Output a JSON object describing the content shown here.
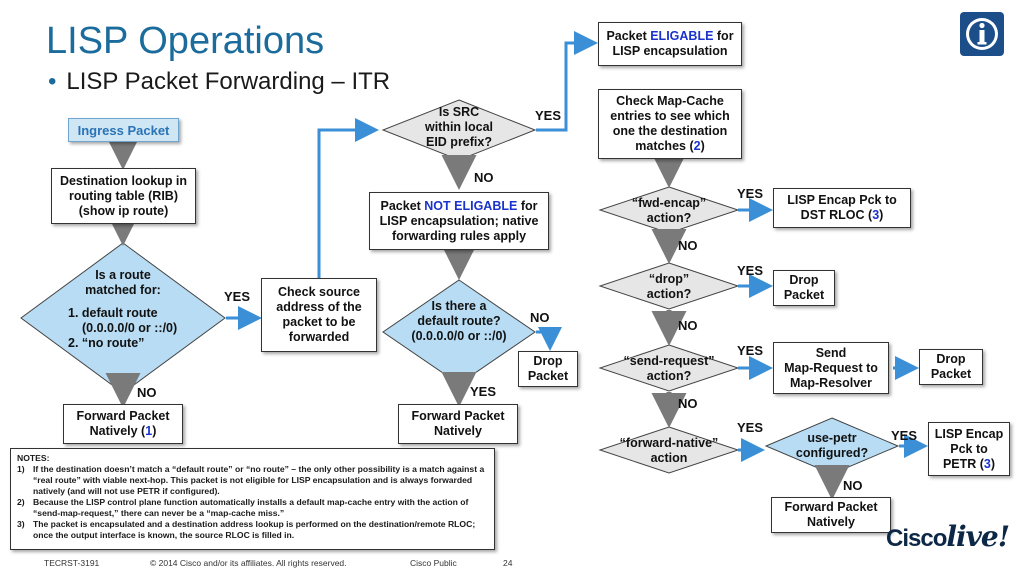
{
  "header": {
    "title": "LISP Operations",
    "subtitle": "LISP Packet Forwarding – ITR"
  },
  "nodes": {
    "ingress": "Ingress Packet",
    "dest_lookup": [
      "Destination lookup in",
      "routing table  (RIB)",
      "(show ip route)"
    ],
    "route_match": {
      "line1": "Is a route",
      "line2": "matched for:",
      "line3": "1. default route",
      "line4": "(0.0.0.0/0 or ::/0)",
      "line5": "2. “no route”"
    },
    "fwd_natively_1": {
      "line1": "Forward Packet",
      "line2_prefix": "Natively (",
      "ref": "1",
      "line2_suffix": ")"
    },
    "check_source": [
      "Check source",
      "address of the",
      "packet to be",
      "forwarded"
    ],
    "src_within": [
      "Is SRC",
      "within local",
      "EID prefix?"
    ],
    "not_eligible": {
      "line1_prefix": "Packet ",
      "highlight": "NOT ELIGABLE",
      "line1_suffix": " for",
      "line2": "LISP encapsulation; native",
      "line3": "forwarding rules apply"
    },
    "default_route": [
      "Is there a",
      "default route?",
      "(0.0.0.0/0 or ::/0)"
    ],
    "drop_1": [
      "Drop",
      "Packet"
    ],
    "fwd_natively_2": [
      "Forward Packet",
      "Natively"
    ],
    "eligible": {
      "line1_prefix": "Packet ",
      "highlight": "ELIGABLE",
      "line1_suffix": " for",
      "line2": "LISP encapsulation"
    },
    "check_map_cache": {
      "line1": "Check Map-Cache",
      "line2": "entries to see which",
      "line3": "one the destination",
      "line4_prefix": "matches (",
      "ref": "2",
      "line4_suffix": ")"
    },
    "fwd_encap": [
      "“fwd-encap”",
      "action?"
    ],
    "lisp_encap_rloc": {
      "line1": "LISP Encap Pck to",
      "line2_prefix": "DST RLOC (",
      "ref": "3",
      "line2_suffix": ")"
    },
    "drop_action": [
      "“drop”",
      "action?"
    ],
    "drop_2": [
      "Drop",
      "Packet"
    ],
    "send_request": [
      "“send-request”",
      "action?"
    ],
    "send_map_request": [
      "Send",
      "Map-Request to",
      "Map-Resolver"
    ],
    "drop_3": [
      "Drop",
      "Packet"
    ],
    "forward_native": [
      "“forward-native”",
      "action"
    ],
    "use_petr": [
      "use-petr",
      "configured?"
    ],
    "lisp_encap_petr": {
      "line1": "LISP Encap",
      "line2": "Pck to",
      "line3_prefix": "PETR (",
      "ref": "3",
      "line3_suffix": ")"
    },
    "fwd_natively_3": [
      "Forward Packet",
      "Natively"
    ]
  },
  "labels": {
    "yes_src": "YES",
    "no_src": "NO",
    "yes_route": "YES",
    "no_route": "NO",
    "no_default": "NO",
    "yes_default": "YES",
    "yes_fwd_encap": "YES",
    "no_fwd_encap": "NO",
    "yes_drop": "YES",
    "no_drop": "NO",
    "yes_send": "YES",
    "no_send": "NO",
    "yes_native": "YES",
    "yes_petr": "YES",
    "no_petr": "NO"
  },
  "notes": {
    "heading": "NOTES:",
    "items": [
      {
        "num": "1)",
        "text": "If the destination doesn’t match a “default route” or “no route” – the only other possibility is a match against a “real route” with viable next-hop. This packet is not eligible for LISP encapsulation and is always forwarded natively (and will not use PETR if configured)."
      },
      {
        "num": "2)",
        "text": "Because the LISP control plane function automatically installs a default map-cache entry with the action of “send-map-request,” there can never be a “map-cache miss.”"
      },
      {
        "num": "3)",
        "text": "The packet is encapsulated and a destination address lookup is performed on the destination/remote RLOC; once the output interface is known, the source RLOC is filled in."
      }
    ]
  },
  "footer": {
    "code": "TECRST-3191",
    "copyright": "© 2014 Cisco and/or its affiliates. All rights reserved.",
    "classification": "Cisco Public",
    "page": "24"
  },
  "brand": {
    "name": "Cisco",
    "event": "live!"
  },
  "colors": {
    "title": "#1b6c9c",
    "diamond_blue": "#b7dcf3",
    "diamond_grey": "#e6e6e6",
    "arrow": "#3a8fd6",
    "highlight": "#1a33cc"
  },
  "icons": {
    "info": "info-icon"
  }
}
